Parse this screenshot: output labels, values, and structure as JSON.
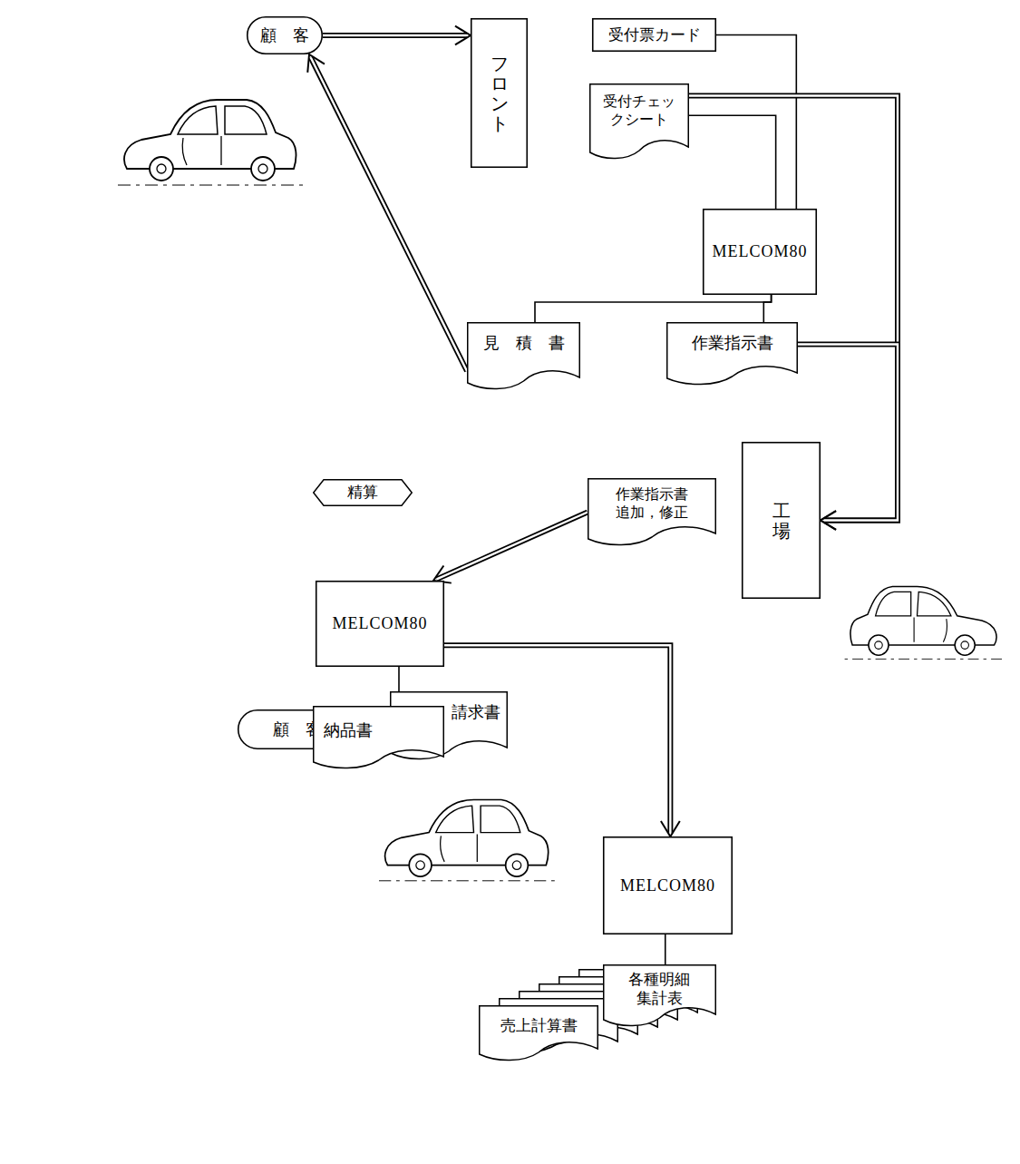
{
  "diagram": {
    "nodes": [
      {
        "text": [
          "顧　客"
        ]
      },
      {
        "text": [
          "フロント"
        ]
      },
      {
        "text": [
          "受付票カード"
        ]
      },
      {
        "text": [
          "受付チェッ クシート"
        ]
      },
      {
        "text": [
          "MELCOM80"
        ]
      },
      {
        "text": [
          "見　積　書"
        ]
      },
      {
        "text": [
          "作業指示書"
        ]
      },
      {
        "text": [
          "工場"
        ]
      },
      {
        "text": [
          "精算"
        ]
      },
      {
        "text": [
          "作業指示書 追加，修正"
        ]
      },
      {
        "text": [
          "MELCOM80"
        ]
      },
      {
        "text": [
          "顧　客"
        ]
      },
      {
        "text": [
          "納品書"
        ]
      },
      {
        "text": [
          "請求書"
        ]
      },
      {
        "text": [
          "MELCOM80"
        ]
      },
      {
        "text": [
          "各種明細 集計表"
        ]
      },
      {
        "text": [
          "売上計算書"
        ]
      }
    ],
    "edges": [
      {
        "from": 0,
        "to": 1,
        "arrow": "to"
      },
      {
        "from": 2,
        "to": 4,
        "arrow": "none"
      },
      {
        "from": 3,
        "to": 4,
        "arrow": "none"
      },
      {
        "from": 3,
        "to": 7,
        "arrow": "to"
      },
      {
        "from": 4,
        "to": 5,
        "arrow": "none"
      },
      {
        "from": 4,
        "to": 6,
        "arrow": "none"
      },
      {
        "from": 6,
        "to": 7,
        "arrow": "to"
      },
      {
        "from": 5,
        "to": 0,
        "arrow": "to"
      },
      {
        "from": 9,
        "to": 10,
        "arrow": "to"
      },
      {
        "from": 10,
        "to": 13,
        "arrow": "none"
      },
      {
        "from": 10,
        "to": 14,
        "arrow": "to"
      },
      {
        "from": 12,
        "to": 11,
        "arrow": "to"
      },
      {
        "from": 14,
        "to": 15,
        "arrow": "none"
      }
    ]
  }
}
